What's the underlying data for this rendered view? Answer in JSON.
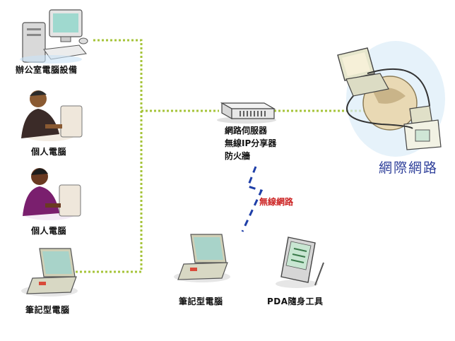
{
  "devices": {
    "office_pc": "辦公室電腦設備",
    "personal_pc_1": "個人電腦",
    "personal_pc_2": "個人電腦",
    "notebook_wired": "筆記型電腦",
    "notebook_wireless": "筆記型電腦",
    "pda": "PDA隨身工具"
  },
  "server_labels": [
    "網路伺服器",
    "無線IP分享器",
    "防火牆"
  ],
  "internet_label": "網際網路",
  "wireless_label": "無線網路",
  "colors": {
    "wired_line": "#a6c43a",
    "wireless_line": "#1f3fa8",
    "internet_text": "#2e3f9a",
    "wireless_text": "#cc2222"
  }
}
